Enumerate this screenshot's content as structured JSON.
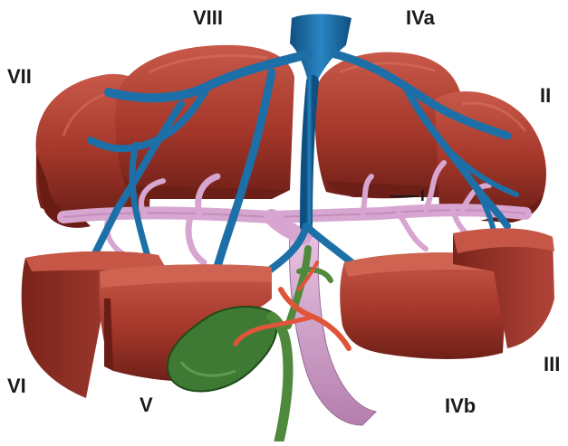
{
  "labels": {
    "viii": "VIII",
    "iva": "IVa",
    "vii": "VII",
    "ii": "II",
    "i": "I",
    "vi": "VI",
    "v": "V",
    "ivb": "IVb",
    "iii": "III"
  },
  "colors": {
    "liver": "#a8392c",
    "liver_dark": "#6e1f17",
    "liver_light": "#c85a48",
    "hepatic_vein": "#1d6fa8",
    "portal_vein": "#d7a8d2",
    "hepatic_artery": "#e0553a",
    "bile_duct": "#4f8a3c",
    "gallbladder": "#3f7a35"
  }
}
